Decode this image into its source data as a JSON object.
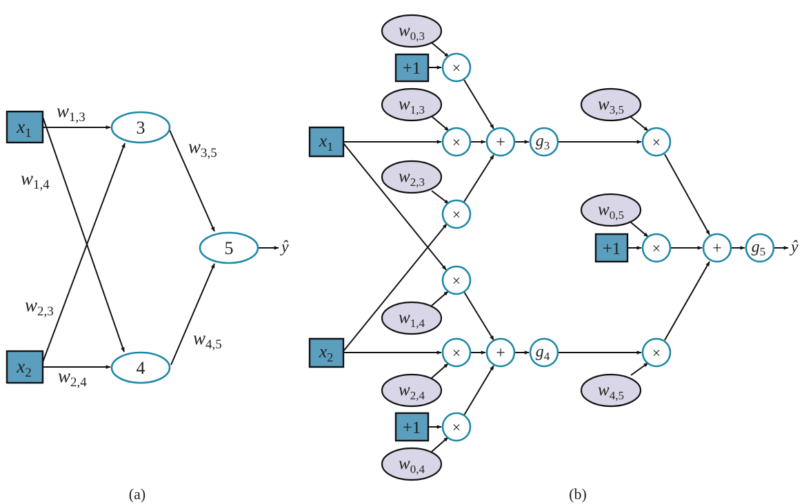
{
  "figure": {
    "panel_a": {
      "caption": "(a)",
      "inputs": [
        {
          "id": "x1",
          "var": "x",
          "sub": "1"
        },
        {
          "id": "x2",
          "var": "x",
          "sub": "2"
        }
      ],
      "units": [
        {
          "id": "n3",
          "label": "3"
        },
        {
          "id": "n4",
          "label": "4"
        },
        {
          "id": "n5",
          "label": "5"
        }
      ],
      "weights": [
        {
          "var": "w",
          "sub": "1,3"
        },
        {
          "var": "w",
          "sub": "1,4"
        },
        {
          "var": "w",
          "sub": "2,3"
        },
        {
          "var": "w",
          "sub": "2,4"
        },
        {
          "var": "w",
          "sub": "3,5"
        },
        {
          "var": "w",
          "sub": "4,5"
        }
      ],
      "output": "ŷ",
      "edges": [
        [
          "x1",
          "n3"
        ],
        [
          "x1",
          "n4"
        ],
        [
          "x2",
          "n3"
        ],
        [
          "x2",
          "n4"
        ],
        [
          "n3",
          "n5"
        ],
        [
          "n4",
          "n5"
        ],
        [
          "n5",
          "yhat"
        ]
      ]
    },
    "panel_b": {
      "caption": "(b)",
      "inputs": [
        {
          "id": "bx1",
          "var": "x",
          "sub": "1"
        },
        {
          "id": "bx2",
          "var": "x",
          "sub": "2"
        }
      ],
      "bias_label": "+1",
      "weights": [
        {
          "id": "w03",
          "var": "w",
          "sub": "0,3"
        },
        {
          "id": "w13",
          "var": "w",
          "sub": "1,3"
        },
        {
          "id": "w23",
          "var": "w",
          "sub": "2,3"
        },
        {
          "id": "w14",
          "var": "w",
          "sub": "1,4"
        },
        {
          "id": "w24",
          "var": "w",
          "sub": "2,4"
        },
        {
          "id": "w04",
          "var": "w",
          "sub": "0,4"
        },
        {
          "id": "w35",
          "var": "w",
          "sub": "3,5"
        },
        {
          "id": "w05",
          "var": "w",
          "sub": "0,5"
        },
        {
          "id": "w45",
          "var": "w",
          "sub": "4,5"
        }
      ],
      "ops": {
        "multiply": "×",
        "add": "+"
      },
      "activations": [
        {
          "id": "g3",
          "var": "g",
          "sub": "3"
        },
        {
          "id": "g4",
          "var": "g",
          "sub": "4"
        },
        {
          "id": "g5",
          "var": "g",
          "sub": "5"
        }
      ],
      "output": "ŷ"
    }
  },
  "colors": {
    "input_box": "#5b9ebd",
    "unit_stroke": "#1e87a5",
    "weight_fill": "#d9d7e7",
    "edge": "#111111"
  }
}
